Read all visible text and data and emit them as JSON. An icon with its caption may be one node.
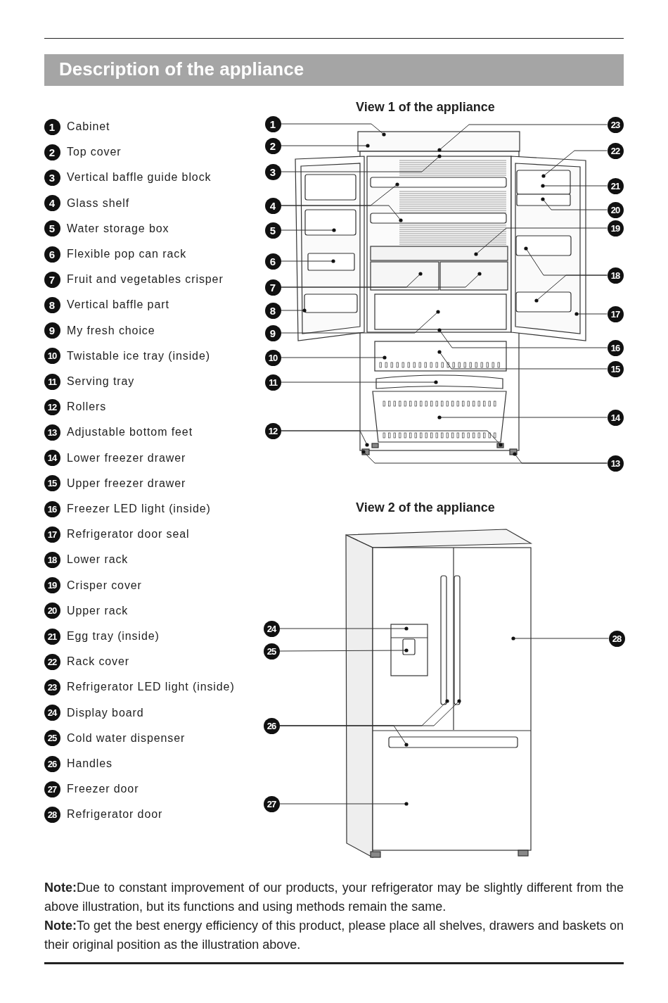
{
  "diagram": {
    "title": "Description of the appliance",
    "nodes": [
      {
        "text": [
          "1"
        ],
        "beside": [
          "Cabinet"
        ]
      },
      {
        "text": [
          "2"
        ],
        "beside": [
          "Top cover"
        ]
      },
      {
        "text": [
          "3"
        ],
        "beside": [
          "Vertical baffle guide block"
        ]
      },
      {
        "text": [
          "4"
        ],
        "beside": [
          "Glass shelf"
        ]
      },
      {
        "text": [
          "5"
        ],
        "beside": [
          "Water storage box"
        ]
      },
      {
        "text": [
          "6"
        ],
        "beside": [
          "Flexible pop can rack"
        ]
      },
      {
        "text": [
          "7"
        ],
        "beside": [
          "Fruit and vegetables crisper"
        ]
      },
      {
        "text": [
          "8"
        ],
        "beside": [
          "Vertical baffle part"
        ]
      },
      {
        "text": [
          "9"
        ],
        "beside": [
          "My fresh choice"
        ]
      },
      {
        "text": [
          "10"
        ],
        "beside": [
          "Twistable ice tray (inside)"
        ]
      },
      {
        "text": [
          "11"
        ],
        "beside": [
          "Serving tray"
        ]
      },
      {
        "text": [
          "12"
        ],
        "beside": [
          "Rollers"
        ]
      },
      {
        "text": [
          "13"
        ],
        "beside": [
          "Adjustable bottom feet"
        ]
      },
      {
        "text": [
          "14"
        ],
        "beside": [
          "Lower freezer drawer"
        ]
      },
      {
        "text": [
          "15"
        ],
        "beside": [
          "Upper freezer drawer"
        ]
      },
      {
        "text": [
          "16"
        ],
        "beside": [
          "Freezer LED light (inside)"
        ]
      },
      {
        "text": [
          "17"
        ],
        "beside": [
          "Refrigerator door seal"
        ]
      },
      {
        "text": [
          "18"
        ],
        "beside": [
          "Lower rack"
        ]
      },
      {
        "text": [
          "19"
        ],
        "beside": [
          "Crisper cover"
        ]
      },
      {
        "text": [
          "20"
        ],
        "beside": [
          "Upper rack"
        ]
      },
      {
        "text": [
          "21"
        ],
        "beside": [
          "Egg tray (inside)"
        ]
      },
      {
        "text": [
          "22"
        ],
        "beside": [
          "Rack cover"
        ]
      },
      {
        "text": [
          "23"
        ],
        "beside": [
          "Refrigerator LED light (inside)"
        ]
      },
      {
        "text": [
          "24"
        ],
        "beside": [
          "Display board"
        ]
      },
      {
        "text": [
          "25"
        ],
        "beside": [
          "Cold water dispenser"
        ]
      },
      {
        "text": [
          "26"
        ],
        "beside": [
          "Handles"
        ]
      },
      {
        "text": [
          "27"
        ],
        "beside": [
          "Freezer door"
        ]
      },
      {
        "text": [
          "28"
        ],
        "beside": [
          "Refrigerator door"
        ]
      },
      {
        "text": [
          "1"
        ]
      },
      {
        "text": [
          "2"
        ]
      },
      {
        "text": [
          "3"
        ]
      },
      {
        "text": [
          "4"
        ]
      },
      {
        "text": [
          "5"
        ]
      },
      {
        "text": [
          "6"
        ]
      },
      {
        "text": [
          "7"
        ]
      },
      {
        "text": [
          "8"
        ]
      },
      {
        "text": [
          "9"
        ]
      },
      {
        "text": [
          "10"
        ]
      },
      {
        "text": [
          "11"
        ]
      },
      {
        "text": [
          "12"
        ]
      },
      {
        "text": [
          "13"
        ]
      },
      {
        "text": [
          "14"
        ]
      },
      {
        "text": [
          "15"
        ]
      },
      {
        "text": [
          "16"
        ]
      },
      {
        "text": [
          "17"
        ]
      },
      {
        "text": [
          "18"
        ]
      },
      {
        "text": [
          "19"
        ]
      },
      {
        "text": [
          "20"
        ]
      },
      {
        "text": [
          "21"
        ]
      },
      {
        "text": [
          "22"
        ]
      },
      {
        "text": [
          "23"
        ]
      },
      {
        "text": [
          "24"
        ]
      },
      {
        "text": [
          "25"
        ]
      },
      {
        "text": [
          "26"
        ]
      },
      {
        "text": [
          "27"
        ]
      },
      {
        "text": [
          "28"
        ]
      }
    ],
    "edges": [
      {
        "from": 28,
        "to": null,
        "arrow": "other"
      },
      {
        "from": 29,
        "to": null,
        "arrow": "other"
      },
      {
        "from": 30,
        "to": null,
        "arrow": "other"
      },
      {
        "from": 31,
        "to": null,
        "arrow": "other"
      },
      {
        "from": 31,
        "to": null,
        "arrow": "other"
      },
      {
        "from": 32,
        "to": null,
        "arrow": "other"
      },
      {
        "from": 33,
        "to": null,
        "arrow": "other"
      },
      {
        "from": 34,
        "to": null,
        "arrow": "other"
      },
      {
        "from": 34,
        "to": null,
        "arrow": "other"
      },
      {
        "from": 35,
        "to": null,
        "arrow": "other"
      },
      {
        "from": 36,
        "to": null,
        "arrow": "other"
      },
      {
        "from": 37,
        "to": null,
        "arrow": "other"
      },
      {
        "from": 38,
        "to": null,
        "arrow": "other"
      },
      {
        "from": 39,
        "to": null,
        "arrow": "other"
      },
      {
        "from": 39,
        "to": null,
        "arrow": "other"
      },
      {
        "from": 40,
        "to": null,
        "arrow": "other"
      },
      {
        "from": 40,
        "to": null,
        "arrow": "other"
      },
      {
        "from": 41,
        "to": null,
        "arrow": "other"
      },
      {
        "from": 42,
        "to": null,
        "arrow": "other"
      },
      {
        "from": 43,
        "to": null,
        "arrow": "other"
      },
      {
        "from": 44,
        "to": null,
        "arrow": "other"
      },
      {
        "from": 45,
        "to": null,
        "arrow": "other"
      },
      {
        "from": 45,
        "to": null,
        "arrow": "other"
      },
      {
        "from": 46,
        "to": null,
        "arrow": "other"
      },
      {
        "from": 47,
        "to": null,
        "arrow": "other"
      },
      {
        "from": 48,
        "to": null,
        "arrow": "other"
      },
      {
        "from": 49,
        "to": null,
        "arrow": "other"
      },
      {
        "from": 50,
        "to": null,
        "arrow": "other"
      },
      {
        "from": 51,
        "to": null,
        "arrow": "other"
      },
      {
        "from": 52,
        "to": null,
        "arrow": "other"
      },
      {
        "from": 53,
        "to": null,
        "arrow": "other"
      },
      {
        "from": 53,
        "to": null,
        "arrow": "other"
      },
      {
        "from": 53,
        "to": null,
        "arrow": "other"
      },
      {
        "from": 54,
        "to": null,
        "arrow": "other"
      },
      {
        "from": 55,
        "to": null,
        "arrow": "other"
      }
    ],
    "labels": [
      "View 1 of the appliance",
      "View 2 of the appliance",
      "**Note:**Due to constant improvement of our products, your refrigerator may be slightly different from the above illustration, but its functions and using methods remain the same.",
      "**Note:**To get the best energy efficiency of this product, please place all shelves, drawers and baskets on their original position as the illustration above."
    ]
  }
}
